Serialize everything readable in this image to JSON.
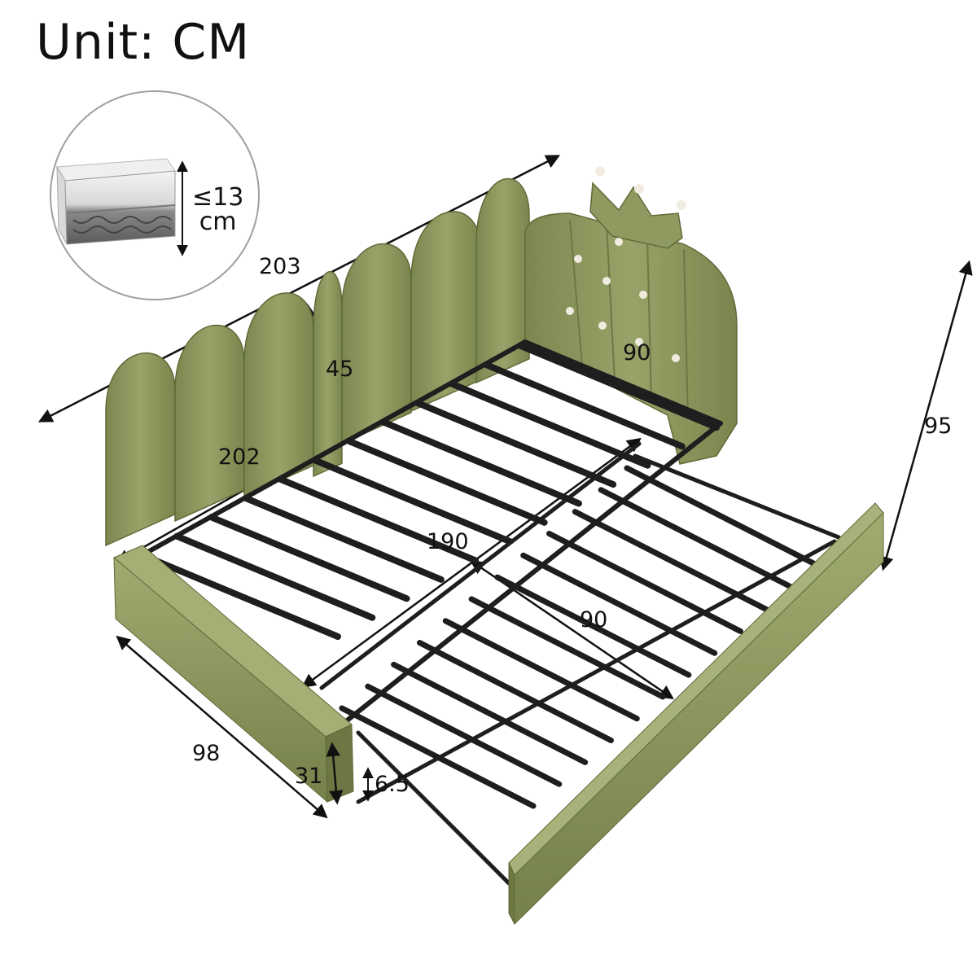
{
  "title": "Unit: CM",
  "mattress": {
    "thickness_line1": "≤13",
    "thickness_line2": "cm"
  },
  "dimensions": {
    "overall_length": "203",
    "backrest_height": "45",
    "side_length": "202",
    "inner_width": "90",
    "overall_height": "95",
    "inner_length": "190",
    "trundle_width": "90",
    "trundle_depth": "98",
    "trundle_height": "31",
    "trundle_clearance": "6.5"
  },
  "colors": {
    "upholstery": "#8e9a5f",
    "upholstery_dark": "#6f7a45",
    "upholstery_light": "#a7b27a",
    "metal": "#1e1e1e",
    "button": "#f1ece0"
  }
}
